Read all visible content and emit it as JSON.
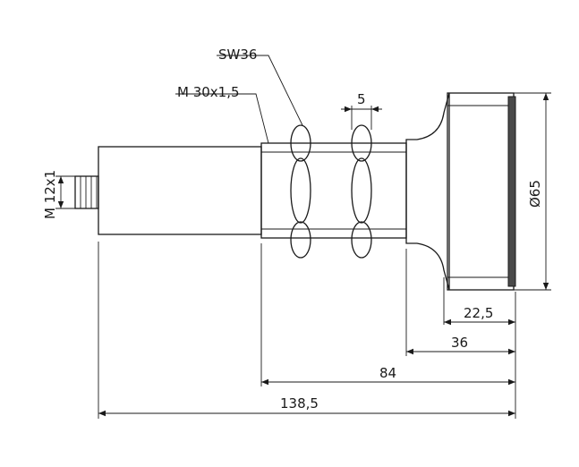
{
  "drawing": {
    "labels": {
      "wrench_size": "SW36",
      "thread": "M 30x1,5",
      "nut_width": "5",
      "connector_thread": "M 12x1",
      "head_diameter": "Ø65",
      "head_length": "22,5",
      "flange_length": "36",
      "threaded_length": "84",
      "total_length": "138,5"
    },
    "colors": {
      "line": "#1a1a1a",
      "metal_light": "#ffffff",
      "metal_mid": "#c8c8c8",
      "metal_dark": "#6e6e6e"
    }
  }
}
